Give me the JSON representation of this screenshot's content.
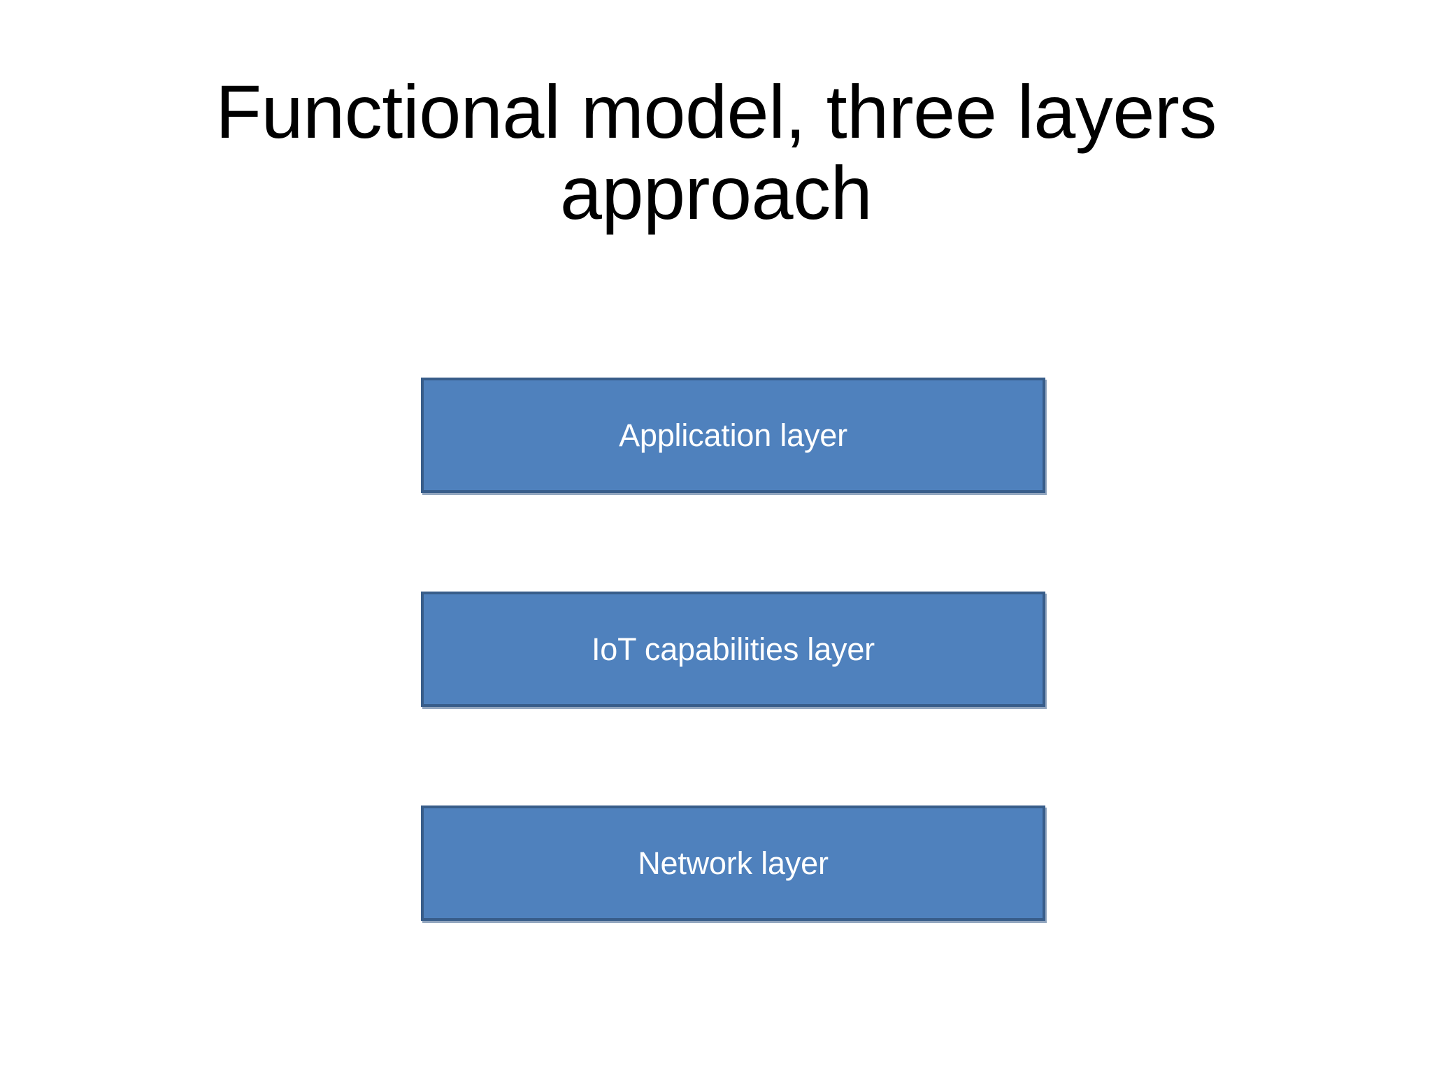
{
  "slide": {
    "title": "Functional model, three layers approach",
    "background_color": "#FFFFFF",
    "title_color": "#000000"
  },
  "diagram": {
    "name": "three-layer-functional-model",
    "orientation": "vertical-stack",
    "box_fill_color": "#4F81BD",
    "box_border_color": "#385D8A",
    "box_text_color": "#FFFFFF",
    "layers": [
      {
        "label": "Application layer",
        "order": 1,
        "position": "top"
      },
      {
        "label": "IoT capabilities layer",
        "order": 2,
        "position": "middle"
      },
      {
        "label": "Network layer",
        "order": 3,
        "position": "bottom"
      }
    ]
  }
}
